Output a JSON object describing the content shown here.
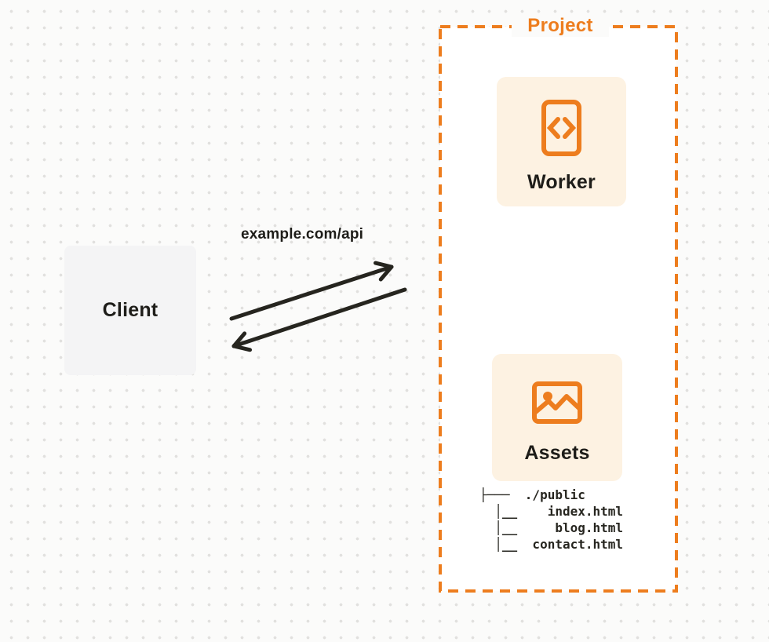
{
  "client": {
    "label": "Client"
  },
  "request": {
    "url_label": "example.com/api"
  },
  "project": {
    "label": "Project",
    "worker": {
      "label": "Worker",
      "icon": "code-document-icon"
    },
    "assets": {
      "label": "Assets",
      "icon": "image-icon"
    },
    "file_tree": {
      "text": "├───  ./public\n  │__    index.html\n  │__     blog.html\n  │__  contact.html",
      "root": "./public",
      "files": [
        "index.html",
        "blog.html",
        "contact.html"
      ]
    }
  },
  "colors": {
    "accent_orange": "#ED7D1E",
    "node_cream": "#FDF2E2",
    "client_gray": "#F4F4F5",
    "ink": "#26251F",
    "dot_grid": "#E1E0DE"
  }
}
